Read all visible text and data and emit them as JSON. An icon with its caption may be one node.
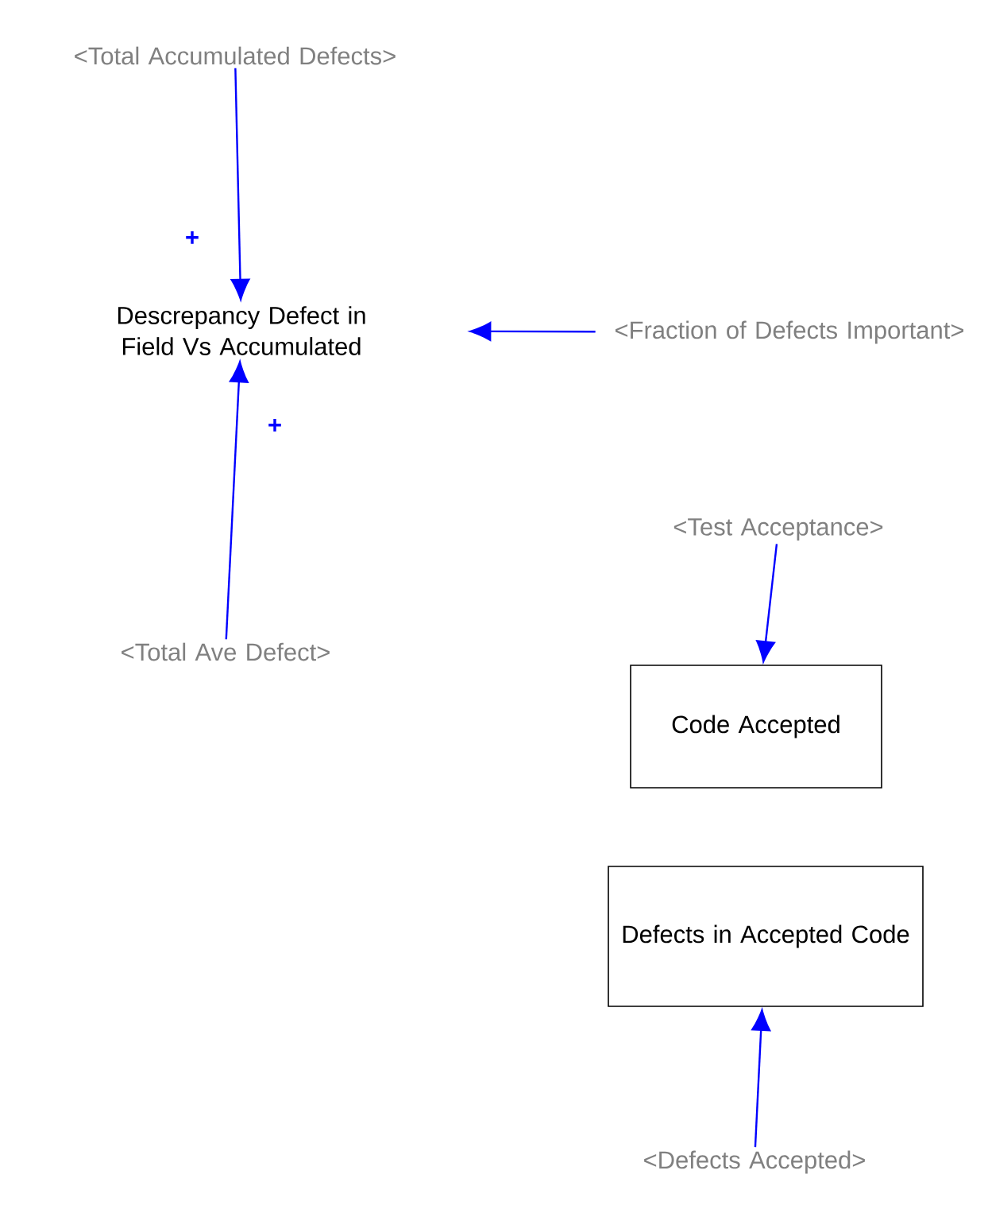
{
  "diagram": {
    "nodes": [
      {
        "text": [
          "<Total Accumulated Defects>"
        ]
      },
      {
        "text": [
          "Descrepancy Defect in Field Vs Accumulated"
        ]
      },
      {
        "text": [
          "<Fraction of Defects Important>"
        ]
      },
      {
        "text": [
          "<Total Ave Defect>"
        ]
      },
      {
        "text": [
          "<Test Acceptance>"
        ]
      },
      {
        "text": [
          "Code Accepted"
        ]
      },
      {
        "text": [
          "Defects in Accepted Code"
        ]
      },
      {
        "text": [
          "<Defects Accepted>"
        ]
      }
    ],
    "edges": [
      {
        "from": 0,
        "to": 1,
        "arrow": "to",
        "label": "+"
      },
      {
        "from": 2,
        "to": 1,
        "arrow": "to"
      },
      {
        "from": 3,
        "to": 1,
        "arrow": "to",
        "label": "+"
      },
      {
        "from": 4,
        "to": 5,
        "arrow": "to"
      },
      {
        "from": 7,
        "to": 6,
        "arrow": "to"
      }
    ]
  }
}
